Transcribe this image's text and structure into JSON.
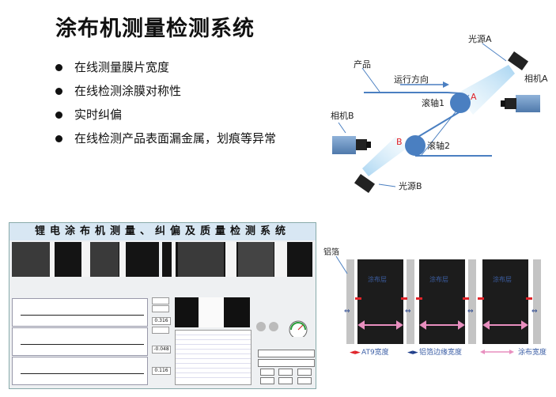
{
  "title": "涂布机测量检测系统",
  "bullets": [
    "在线测量膜片宽度",
    "在线检测涂膜对称性",
    "实时纠偏",
    "在线检测产品表面漏金属，划痕等异常"
  ],
  "schematic": {
    "product_label": "产品",
    "direction_label": "运行方向",
    "roller1": "滚轴1",
    "roller2": "滚轴2",
    "light_a": "光源A",
    "light_b": "光源B",
    "camera_a": "相机A",
    "camera_b": "相机B",
    "point_a": "A",
    "point_b": "B"
  },
  "software": {
    "title": "锂电涂布机测量、纠偏及质量检测系统",
    "values": [
      "0.316",
      "-0.048",
      "0.116"
    ]
  },
  "measure": {
    "foil_label": "铝箔",
    "coating_labels": [
      "涂布层",
      "涂布层",
      "涂布层"
    ],
    "legend": [
      "AT9宽度",
      "铝箔边缘宽度",
      "涂布宽度"
    ],
    "colors": {
      "at9": "#e0242a",
      "edge": "#1f3e8a",
      "coat": "#e88fbf",
      "panel": "#1c1c1c",
      "foil": "#c4c4c4",
      "roller": "#4a7fc1"
    }
  }
}
